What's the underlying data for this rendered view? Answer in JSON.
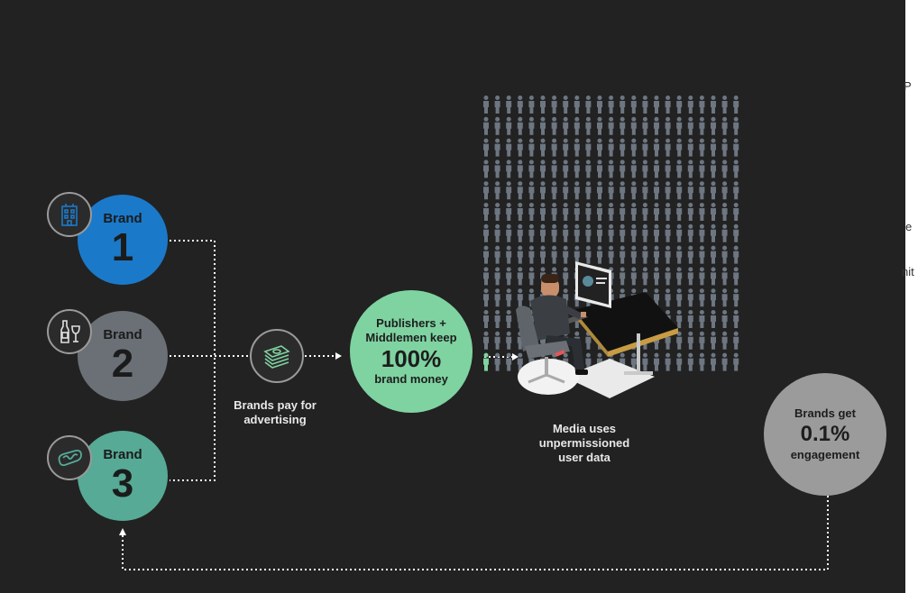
{
  "brands": [
    {
      "label": "Brand",
      "number": "1",
      "color": "#1b79c9",
      "icon": "building-icon"
    },
    {
      "label": "Brand",
      "number": "2",
      "color": "#6a7076",
      "icon": "bottle-glass-icon"
    },
    {
      "label": "Brand",
      "number": "3",
      "color": "#56aa96",
      "icon": "hotdog-icon"
    }
  ],
  "pay": {
    "line1": "Brands pay for",
    "line2": "advertising",
    "icon": "money-stack-icon"
  },
  "publishers": {
    "line1": "Publishers +",
    "line2": "Middlemen keep",
    "percent": "100%",
    "line3": "brand money",
    "color": "#7fd3a1"
  },
  "media": {
    "line1": "Media uses",
    "line2": "unpermissioned",
    "line3": "user data"
  },
  "engagement": {
    "line1": "Brands get",
    "percent": "0.1%",
    "line2": "engagement",
    "color": "#9b9b9b"
  },
  "edge": {
    "t1": "P",
    "t2": "e",
    "t3": "nit"
  },
  "colors": {
    "background": "#222222",
    "people": "#6d7681",
    "highlight_person": "#7fd3a1",
    "dotted": "#ffffff"
  }
}
